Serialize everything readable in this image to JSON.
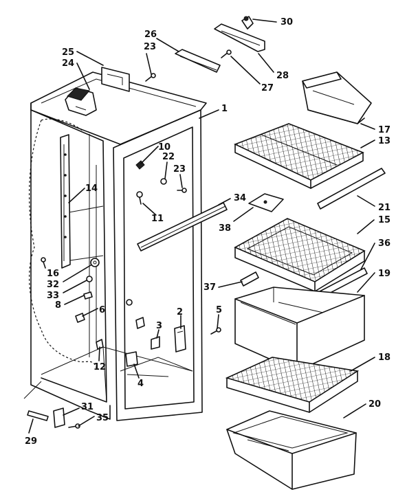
{
  "callouts": {
    "c1": "1",
    "c2": "2",
    "c3": "3",
    "c4": "4",
    "c5": "5",
    "c6": "6",
    "c8": "8",
    "c10": "10",
    "c11": "11",
    "c12": "12",
    "c13": "13",
    "c14": "14",
    "c15": "15",
    "c16": "16",
    "c17": "17",
    "c18": "18",
    "c19": "19",
    "c20": "20",
    "c21": "21",
    "c22": "22",
    "c23a": "23",
    "c23b": "23",
    "c24": "24",
    "c25": "25",
    "c26": "26",
    "c27": "27",
    "c28": "28",
    "c29": "29",
    "c30": "30",
    "c31": "31",
    "c32": "32",
    "c33": "33",
    "c34": "34",
    "c35": "35",
    "c36": "36",
    "c37": "37",
    "c38": "38"
  }
}
